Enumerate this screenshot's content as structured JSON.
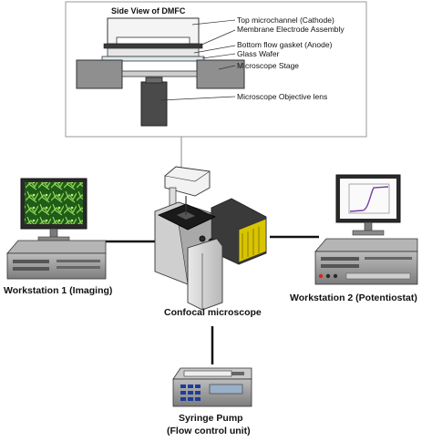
{
  "inset": {
    "title": "Side View of DMFC",
    "labels": {
      "top_channel": "Top microchannel (Cathode)",
      "mea": "Membrane Electrode Assembly",
      "gasket": "Bottom flow gasket (Anode)",
      "wafer": "Glass Wafer",
      "stage": "Microscope Stage",
      "objective": "Microscope Objective lens"
    }
  },
  "components": {
    "workstation1": "Workstation 1 (Imaging)",
    "workstation2": "Workstation 2 (Potentiostat)",
    "microscope": "Confocal microscope",
    "pump_line1": "Syringe Pump",
    "pump_line2": "(Flow control unit)"
  },
  "colors": {
    "case_gray": "#8f8f8f",
    "dark_gray": "#4a4a4a",
    "screen_green": "#3f8f2a",
    "curve_purple": "#7a3fa0",
    "microscope_yellow": "#d8c400",
    "stage_black": "#1a1a1a"
  }
}
